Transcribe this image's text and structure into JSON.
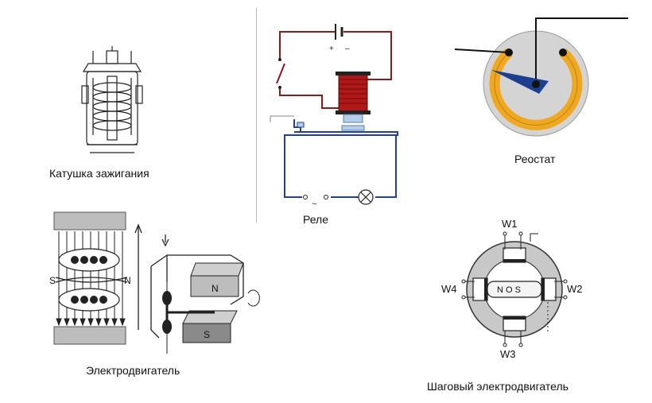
{
  "captions": {
    "ignition_coil": "Катушка зажигания",
    "relay": "Реле",
    "rheostat": "Реостат",
    "motor": "Электродвигатель",
    "stepper": "Шаговый электродвигатель"
  },
  "relay": {
    "plus": "+",
    "minus": "–",
    "ac": "~"
  },
  "motor": {
    "pole_s": "S",
    "pole_n": "N",
    "magnet_n": "N",
    "magnet_s": "S"
  },
  "stepper": {
    "w1": "W1",
    "w2": "W2",
    "w3": "W3",
    "w4": "W4",
    "rotor": "N O S"
  },
  "colors": {
    "wire_red": "#8b1a1a",
    "wire_blue": "#1f3fa8",
    "coil": "#b01818",
    "rheostat_disc": "#d4d4d4",
    "rheostat_track": "#f0a820",
    "wiper": "#1c3f8f"
  }
}
